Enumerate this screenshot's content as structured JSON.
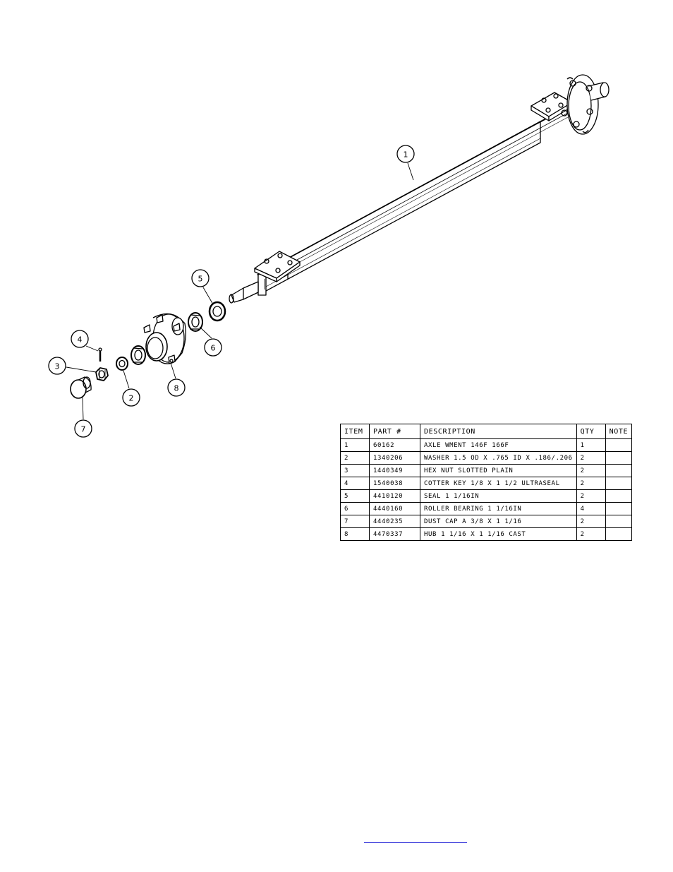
{
  "balloons": [
    {
      "id": "balloon-1",
      "label": "1"
    },
    {
      "id": "balloon-2",
      "label": "2"
    },
    {
      "id": "balloon-3",
      "label": "3"
    },
    {
      "id": "balloon-4",
      "label": "4"
    },
    {
      "id": "balloon-5",
      "label": "5"
    },
    {
      "id": "balloon-6",
      "label": "6"
    },
    {
      "id": "balloon-7",
      "label": "7"
    },
    {
      "id": "balloon-8",
      "label": "8"
    }
  ],
  "bom": {
    "headers": {
      "item": "ITEM",
      "part": "PART #",
      "description": "DESCRIPTION",
      "qty": "QTY",
      "note": "NOTE"
    },
    "rows": [
      {
        "item": "1",
        "part": "60162",
        "description": "AXLE WMENT  146F 166F",
        "qty": "1",
        "note": ""
      },
      {
        "item": "2",
        "part": "1340206",
        "description": "WASHER 1.5 OD X .765 ID X .186/.206",
        "qty": "2",
        "note": ""
      },
      {
        "item": "3",
        "part": "1440349",
        "description": "HEX NUT SLOTTED PLAIN",
        "qty": "2",
        "note": ""
      },
      {
        "item": "4",
        "part": "1540038",
        "description": "COTTER KEY 1/8 X 1 1/2 ULTRASEAL",
        "qty": "2",
        "note": ""
      },
      {
        "item": "5",
        "part": "4410120",
        "description": "SEAL  1 1/16IN",
        "qty": "2",
        "note": ""
      },
      {
        "item": "6",
        "part": "4440160",
        "description": "ROLLER BEARING   1 1/16IN",
        "qty": "4",
        "note": ""
      },
      {
        "item": "7",
        "part": "4440235",
        "description": "DUST CAP A 3/8 X 1 1/16",
        "qty": "2",
        "note": ""
      },
      {
        "item": "8",
        "part": "4470337",
        "description": "HUB  1 1/16 X 1 1/16 CAST",
        "qty": "2",
        "note": ""
      }
    ]
  },
  "footer": {
    "link_text": ""
  }
}
